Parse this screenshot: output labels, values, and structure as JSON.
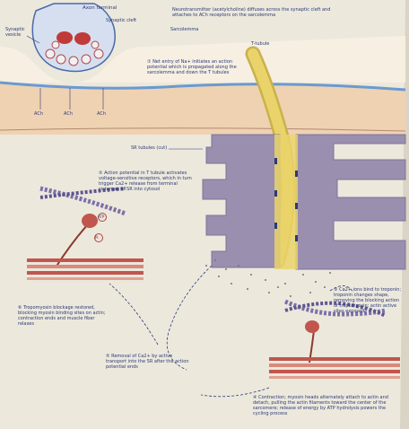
{
  "labels": {
    "synaptic_vesicle": "Synaptic vesicle",
    "axon_terminal": "Axon terminal",
    "synaptic_cleft": "Synaptic cleft",
    "neurotransmitter_note": "Neurotransmitter (acetylcholine) diffuses across the synaptic cleft and attaches to ACh receptors on the sarcolemma",
    "sarcolemma": "Sarcolemma",
    "t_tubule": "T-tubule",
    "ach_1": "ACh",
    "ach_2": "ACh",
    "ach_3": "ACh",
    "step1": "① Net entry of Na+ initiates an action potential which is propagated along the sarcolemma and down the T tubules",
    "sr_tubules": "SR tubules (cut)",
    "step2": "② Action potential in T tubule activates voltage-sensitive receptors, which in turn trigger Ca2+ release from terminal cisternae of SR into cytosol",
    "atp": "ATP",
    "pi": "Pi",
    "step3": "③ Ca2+ ions bind to troponin; troponin changes shape, removing the blocking action of tropomyosin; actin active sites exposed",
    "step4": "④ Contraction; myosin heads alternately attach to actin and detach, pulling the actin filaments toward the center of the sarcomere; release of energy by ATP hydrolysis powers the cycling process",
    "step5": "⑤ Removal of Ca2+ by active transport into the SR after the action potential ends",
    "step6": "⑥ Tropomyosin blockage restored, blocking myosin binding sites on actin; contraction ends and muscle fiber relaxes"
  },
  "colors": {
    "paper": "#ece8dc",
    "ink": "#2b3a78",
    "cytoplasm": "#efd2b2",
    "membrane_blue": "#6a9ad0",
    "t_tubule_yellow": "#ead36a",
    "sarcoplasmic_reticulum": "#9a8fae",
    "myofilament_red": "#c0564e",
    "actin_purple": "#7b70a8",
    "vesicle_red": "#c03a3a"
  }
}
